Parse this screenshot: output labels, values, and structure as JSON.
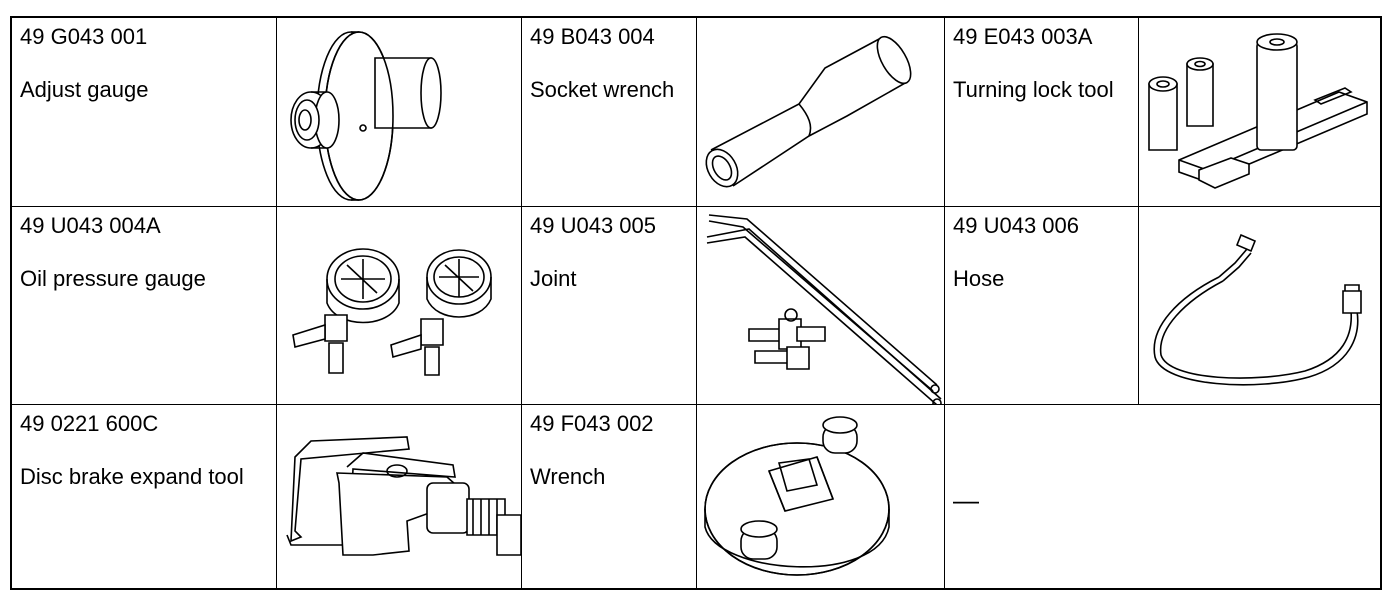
{
  "tools": [
    {
      "part_number": "49 G043 001",
      "name": "Adjust gauge",
      "icon": "adjust-gauge-icon"
    },
    {
      "part_number": "49 B043 004",
      "name": "Socket wrench",
      "icon": "socket-wrench-icon"
    },
    {
      "part_number": "49 E043 003A",
      "name": "Turning lock tool",
      "icon": "turning-lock-tool-icon"
    },
    {
      "part_number": "49 U043 004A",
      "name": "Oil pressure gauge",
      "icon": "oil-pressure-gauge-icon"
    },
    {
      "part_number": "49 U043 005",
      "name": "Joint",
      "icon": "joint-icon"
    },
    {
      "part_number": "49 U043 006",
      "name": "Hose",
      "icon": "hose-icon"
    },
    {
      "part_number": "49 0221 600C",
      "name": "Disc brake expand tool",
      "icon": "disc-brake-expand-tool-icon"
    },
    {
      "part_number": "49 F043 002",
      "name": "Wrench",
      "icon": "wrench-icon"
    }
  ],
  "empty_cell": "—"
}
